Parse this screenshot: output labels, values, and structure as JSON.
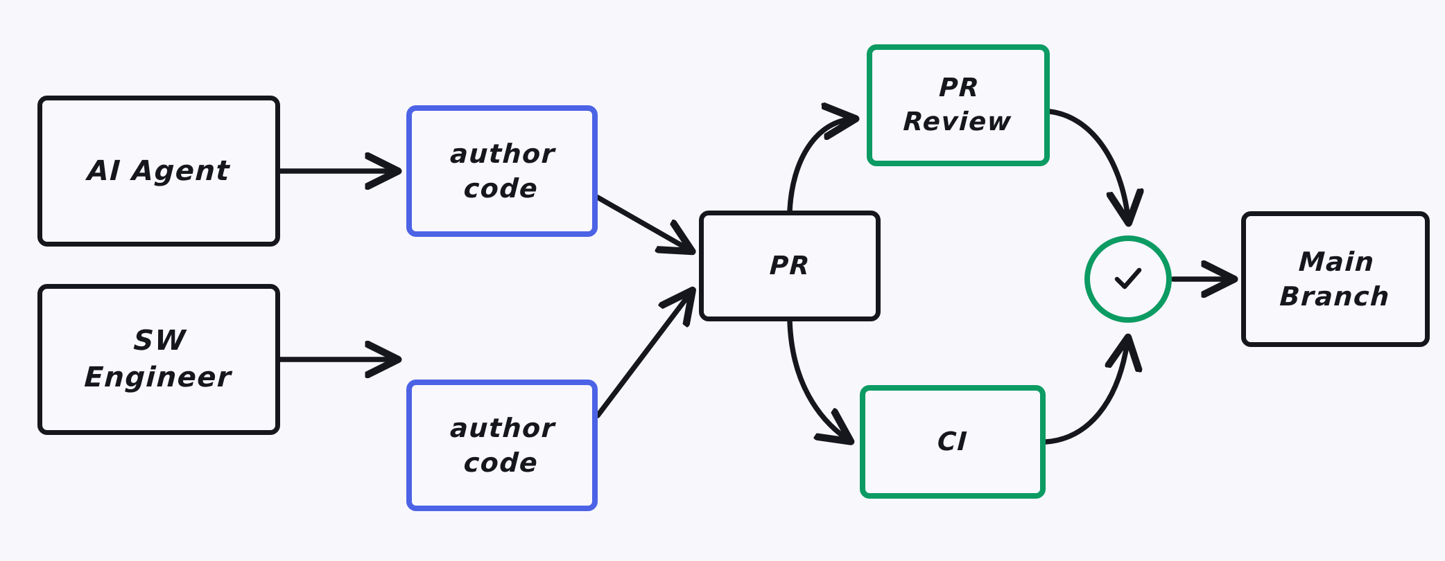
{
  "diagram": {
    "title": "AI Agent and SW Engineer code contribution flow",
    "background_color": "#f8f7fc",
    "colors": {
      "dark": "#16161d",
      "blue": "#4c63e6",
      "green": "#0c9b63",
      "node_fill": "#f9f8fd"
    },
    "nodes": [
      {
        "id": "ai-agent",
        "label": "AI Agent",
        "style": "dark"
      },
      {
        "id": "sw-engineer",
        "label": "SW\nEngineer",
        "style": "dark"
      },
      {
        "id": "author-1",
        "label": "author\ncode",
        "style": "blue"
      },
      {
        "id": "author-2",
        "label": "author\ncode",
        "style": "blue"
      },
      {
        "id": "pr",
        "label": "PR",
        "style": "dark"
      },
      {
        "id": "pr-review",
        "label": "PR\nReview",
        "style": "green"
      },
      {
        "id": "ci",
        "label": "CI",
        "style": "green"
      },
      {
        "id": "check",
        "label": "check-icon",
        "style": "green-circle"
      },
      {
        "id": "main-branch",
        "label": "Main\nBranch",
        "style": "dark"
      }
    ],
    "edges": [
      {
        "from": "ai-agent",
        "to": "author-1",
        "shape": "straight"
      },
      {
        "from": "sw-engineer",
        "to": "author-2",
        "shape": "straight"
      },
      {
        "from": "author-1",
        "to": "pr",
        "shape": "straight"
      },
      {
        "from": "author-2",
        "to": "pr",
        "shape": "straight"
      },
      {
        "from": "pr",
        "to": "pr-review",
        "shape": "curve"
      },
      {
        "from": "pr",
        "to": "ci",
        "shape": "curve"
      },
      {
        "from": "pr-review",
        "to": "check",
        "shape": "curve"
      },
      {
        "from": "ci",
        "to": "check",
        "shape": "curve"
      },
      {
        "from": "check",
        "to": "main-branch",
        "shape": "straight"
      }
    ]
  }
}
